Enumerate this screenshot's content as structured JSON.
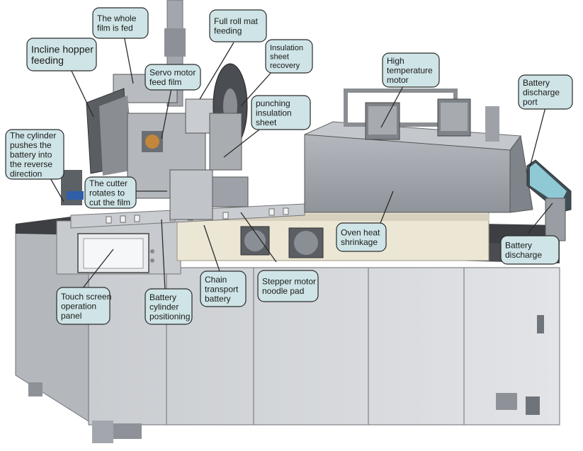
{
  "colors": {
    "callout_fill": "#cfe4e6",
    "callout_stroke": "#2b2b2b",
    "machine_light": "#d3d5d8",
    "machine_mid": "#a9adb2",
    "machine_dark": "#6f747a",
    "panel_beige": "#ece6d5",
    "floor_dark": "#3a3a3a"
  },
  "callouts": [
    {
      "id": "whole-film-fed",
      "lines": [
        "The whole",
        "film is fed"
      ]
    },
    {
      "id": "full-roll-mat-feeding",
      "lines": [
        "Full roll mat",
        "feeding"
      ]
    },
    {
      "id": "insulation-sheet-recovery",
      "lines": [
        "Insulation",
        "sheet",
        "recovery"
      ]
    },
    {
      "id": "incline-hopper-feeding",
      "lines": [
        "Incline hopper",
        "feeding"
      ]
    },
    {
      "id": "servo-motor-feed-film",
      "lines": [
        "Servo motor",
        "feed film"
      ]
    },
    {
      "id": "punching-insulation-sheet",
      "lines": [
        "punching",
        "insulation",
        "sheet"
      ]
    },
    {
      "id": "high-temperature-motor",
      "lines": [
        "High",
        "temperature",
        "motor"
      ]
    },
    {
      "id": "battery-discharge-port",
      "lines": [
        "Battery",
        "discharge",
        "port"
      ]
    },
    {
      "id": "cylinder-pushes-battery",
      "lines": [
        "The cylinder",
        "pushes the",
        "battery into",
        "the reverse",
        "direction"
      ]
    },
    {
      "id": "cutter-rotates",
      "lines": [
        "The cutter",
        "rotates to",
        "cut the film"
      ]
    },
    {
      "id": "oven-heat-shrinkage",
      "lines": [
        "Oven heat",
        "shrinkage"
      ]
    },
    {
      "id": "battery-discharge",
      "lines": [
        "Battery",
        "discharge"
      ]
    },
    {
      "id": "touch-screen-panel",
      "lines": [
        "Touch screen",
        "operation",
        "panel"
      ]
    },
    {
      "id": "battery-cylinder-positioning",
      "lines": [
        "Battery",
        "cylinder",
        "positioning"
      ]
    },
    {
      "id": "chain-transport-battery",
      "lines": [
        "Chain",
        "transport",
        "battery"
      ]
    },
    {
      "id": "stepper-motor-noodle-pad",
      "lines": [
        "Stepper motor",
        "noodle pad"
      ]
    }
  ]
}
